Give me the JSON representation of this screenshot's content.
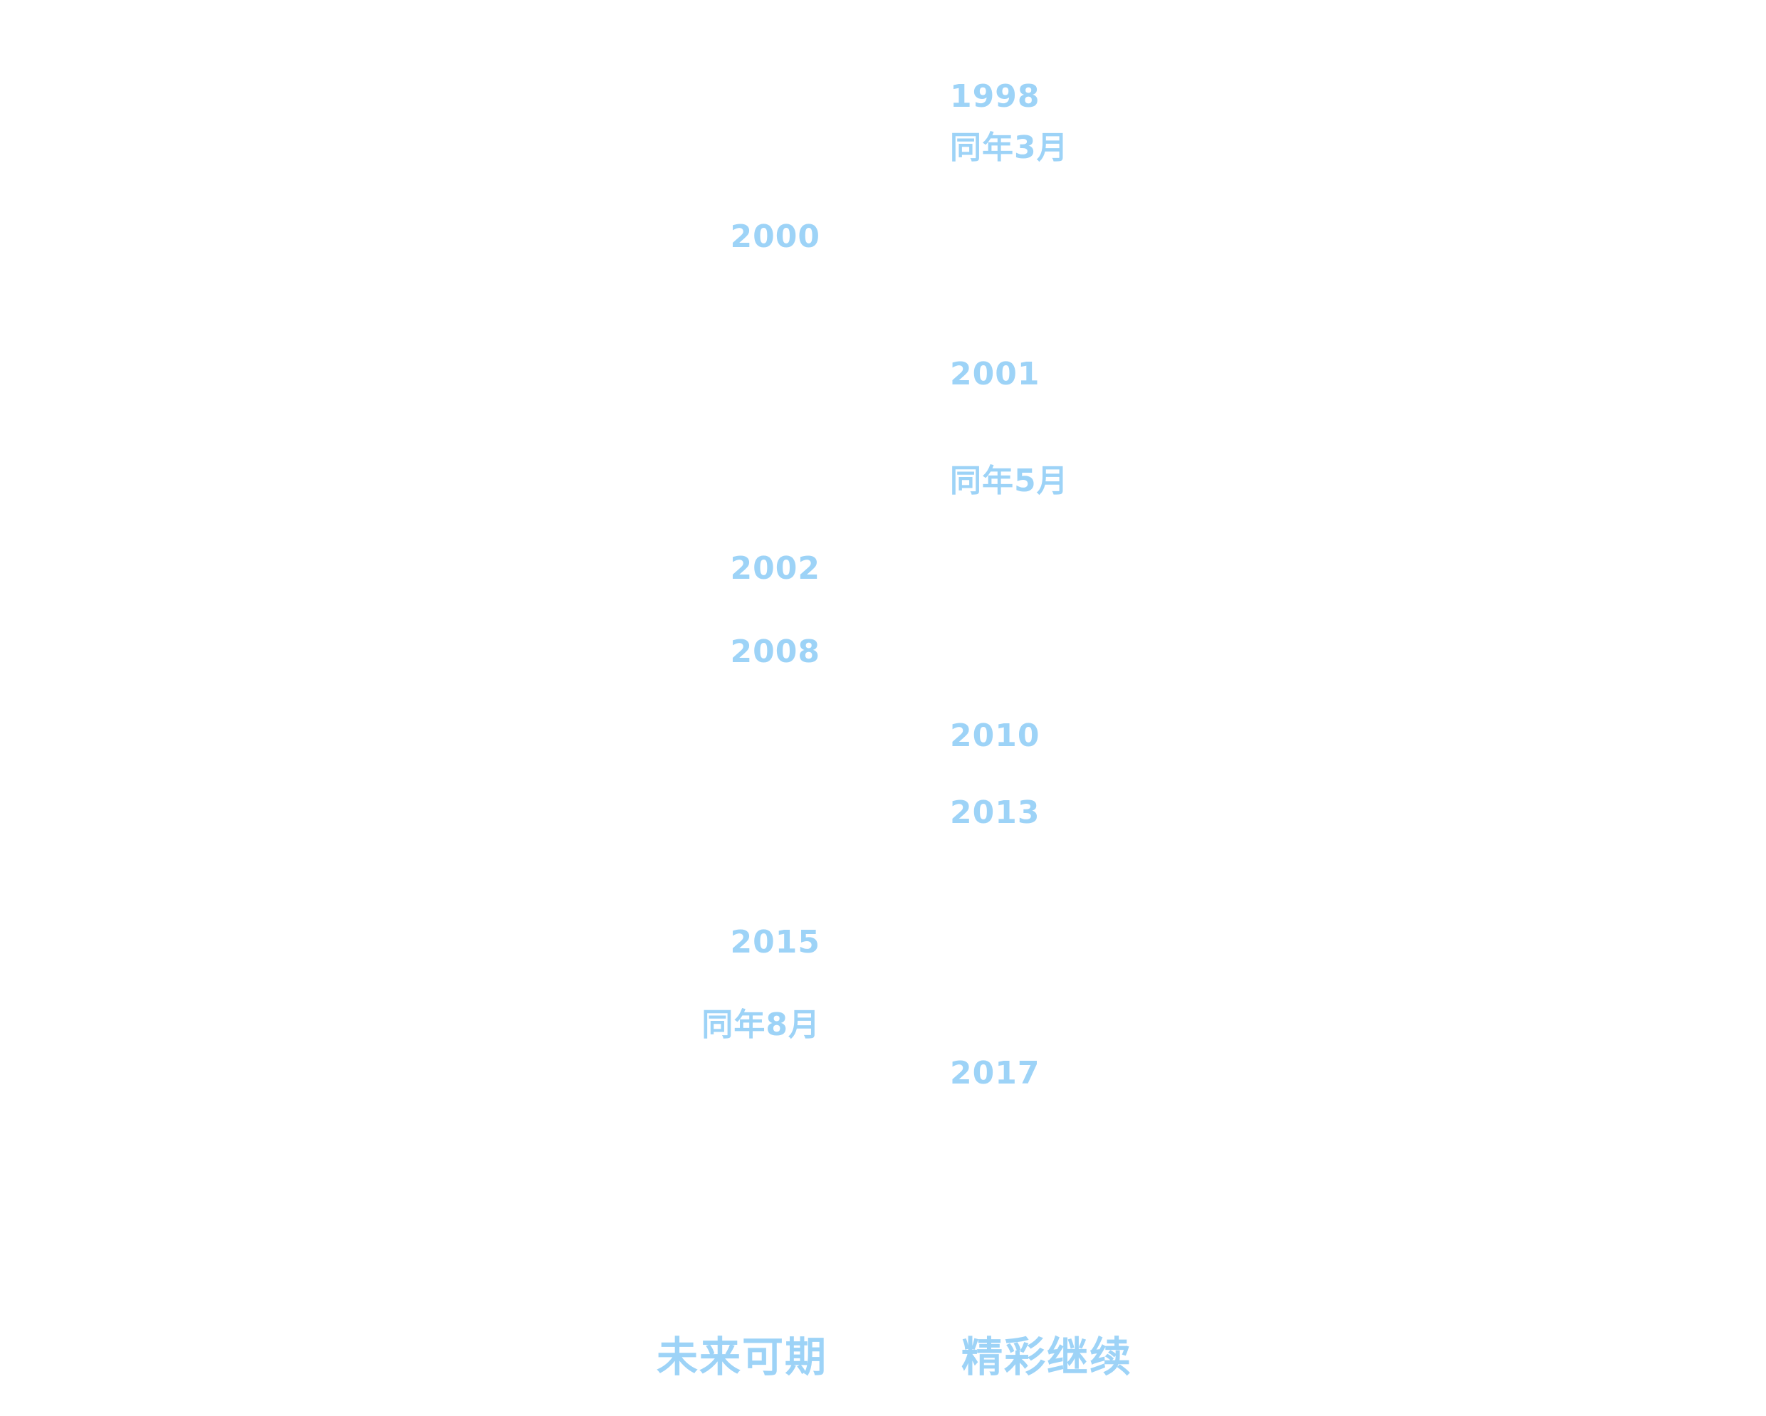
{
  "timeline": {
    "entries": [
      {
        "label": "1998",
        "side": "right"
      },
      {
        "label": "同年3月",
        "side": "right"
      },
      {
        "label": "2000",
        "side": "left"
      },
      {
        "label": "2001",
        "side": "right"
      },
      {
        "label": "同年5月",
        "side": "right"
      },
      {
        "label": "2002",
        "side": "left"
      },
      {
        "label": "2008",
        "side": "left"
      },
      {
        "label": "2010",
        "side": "right"
      },
      {
        "label": "2013",
        "side": "right"
      },
      {
        "label": "2015",
        "side": "left"
      },
      {
        "label": "同年8月",
        "side": "left"
      },
      {
        "label": "2017",
        "side": "right"
      }
    ]
  },
  "footer": {
    "left_text": "未来可期",
    "right_text": "精彩继续"
  },
  "colors": {
    "text": "#9dd3f7",
    "background": "#ffffff"
  }
}
